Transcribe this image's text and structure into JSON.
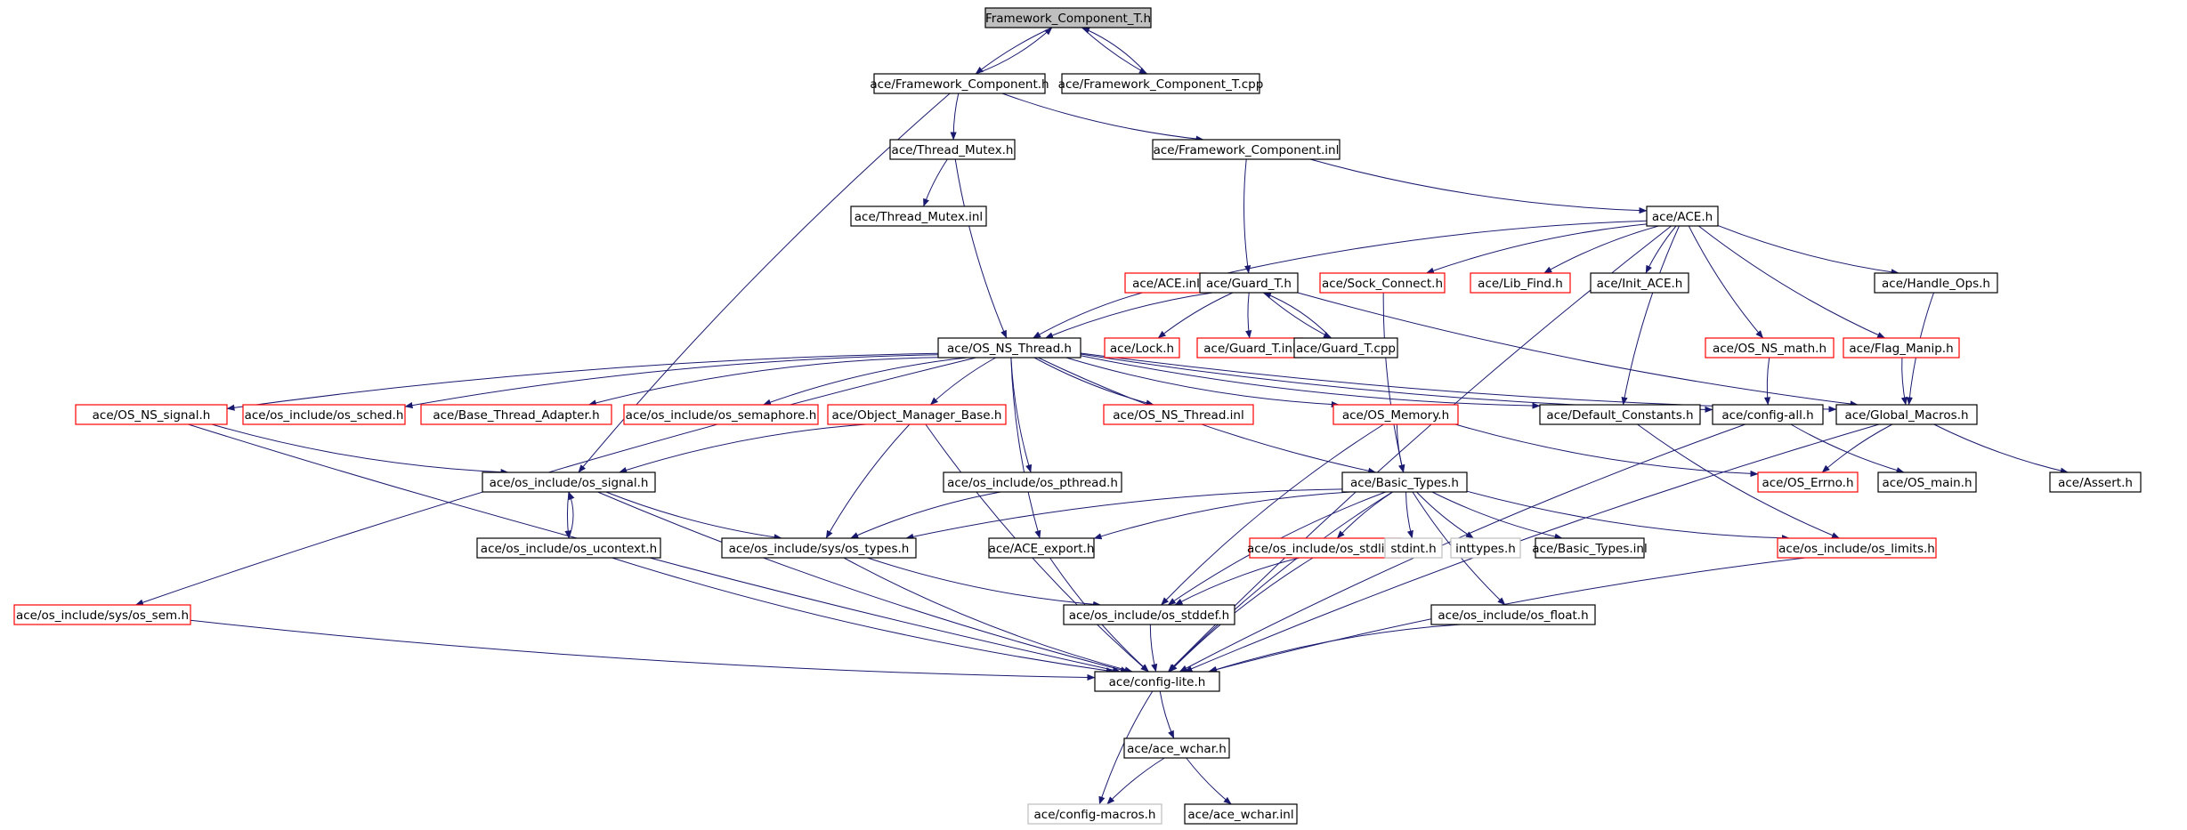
{
  "colors": {
    "edge": "#191970",
    "arrow": "#191970",
    "border_normal": "#000000",
    "border_missing": "#ff0000",
    "border_external": "#bfbfbf",
    "root_fill": "#bfbfbf",
    "fill": "#ffffff"
  },
  "nodes": [
    {
      "id": "n_root",
      "label": "Framework_Component_T.h",
      "style": "root"
    },
    {
      "id": "n_fc",
      "label": "ace/Framework_Component.h",
      "style": "normal"
    },
    {
      "id": "n_fccpp",
      "label": "ace/Framework_Component_T.cpp",
      "style": "normal"
    },
    {
      "id": "n_tm",
      "label": "ace/Thread_Mutex.h",
      "style": "normal"
    },
    {
      "id": "n_fcinl",
      "label": "ace/Framework_Component.inl",
      "style": "normal"
    },
    {
      "id": "n_tminl",
      "label": "ace/Thread_Mutex.inl",
      "style": "normal"
    },
    {
      "id": "n_ace",
      "label": "ace/ACE.h",
      "style": "normal"
    },
    {
      "id": "n_aceinl",
      "label": "ace/ACE.inl",
      "style": "missing"
    },
    {
      "id": "n_guard",
      "label": "ace/Guard_T.h",
      "style": "normal"
    },
    {
      "id": "n_sock",
      "label": "ace/Sock_Connect.h",
      "style": "missing"
    },
    {
      "id": "n_libfind",
      "label": "ace/Lib_Find.h",
      "style": "missing"
    },
    {
      "id": "n_initace",
      "label": "ace/Init_ACE.h",
      "style": "normal"
    },
    {
      "id": "n_handle",
      "label": "ace/Handle_Ops.h",
      "style": "normal"
    },
    {
      "id": "n_osnst",
      "label": "ace/OS_NS_Thread.h",
      "style": "normal"
    },
    {
      "id": "n_lock",
      "label": "ace/Lock.h",
      "style": "missing"
    },
    {
      "id": "n_guardinl",
      "label": "ace/Guard_T.inl",
      "style": "missing"
    },
    {
      "id": "n_guardcpp",
      "label": "ace/Guard_T.cpp",
      "style": "normal"
    },
    {
      "id": "n_osnsmath",
      "label": "ace/OS_NS_math.h",
      "style": "missing"
    },
    {
      "id": "n_flag",
      "label": "ace/Flag_Manip.h",
      "style": "missing"
    },
    {
      "id": "n_osnssig",
      "label": "ace/OS_NS_signal.h",
      "style": "missing"
    },
    {
      "id": "n_sched",
      "label": "ace/os_include/os_sched.h",
      "style": "missing"
    },
    {
      "id": "n_bta",
      "label": "ace/Base_Thread_Adapter.h",
      "style": "missing"
    },
    {
      "id": "n_sem",
      "label": "ace/os_include/os_semaphore.h",
      "style": "missing"
    },
    {
      "id": "n_omb",
      "label": "ace/Object_Manager_Base.h",
      "style": "missing"
    },
    {
      "id": "n_osnstinl",
      "label": "ace/OS_NS_Thread.inl",
      "style": "missing"
    },
    {
      "id": "n_osmem",
      "label": "ace/OS_Memory.h",
      "style": "missing"
    },
    {
      "id": "n_defconst",
      "label": "ace/Default_Constants.h",
      "style": "normal"
    },
    {
      "id": "n_configall",
      "label": "ace/config-all.h",
      "style": "normal"
    },
    {
      "id": "n_globmac",
      "label": "ace/Global_Macros.h",
      "style": "normal"
    },
    {
      "id": "n_ossignal",
      "label": "ace/os_include/os_signal.h",
      "style": "normal"
    },
    {
      "id": "n_pthread",
      "label": "ace/os_include/os_pthread.h",
      "style": "normal"
    },
    {
      "id": "n_basictypes",
      "label": "ace/Basic_Types.h",
      "style": "normal"
    },
    {
      "id": "n_oserrno",
      "label": "ace/OS_Errno.h",
      "style": "missing"
    },
    {
      "id": "n_osmain",
      "label": "ace/OS_main.h",
      "style": "normal"
    },
    {
      "id": "n_assert",
      "label": "ace/Assert.h",
      "style": "normal"
    },
    {
      "id": "n_ucontext",
      "label": "ace/os_include/os_ucontext.h",
      "style": "normal"
    },
    {
      "id": "n_systypes",
      "label": "ace/os_include/sys/os_types.h",
      "style": "normal"
    },
    {
      "id": "n_aceexport",
      "label": "ace/ACE_export.h",
      "style": "normal"
    },
    {
      "id": "n_stdlib",
      "label": "ace/os_include/os_stdlib.h",
      "style": "missing"
    },
    {
      "id": "n_stdint",
      "label": "stdint.h",
      "style": "external"
    },
    {
      "id": "n_inttypes",
      "label": "inttypes.h",
      "style": "external"
    },
    {
      "id": "n_btinl",
      "label": "ace/Basic_Types.inl",
      "style": "normal"
    },
    {
      "id": "n_limits",
      "label": "ace/os_include/os_limits.h",
      "style": "missing"
    },
    {
      "id": "n_syssem",
      "label": "ace/os_include/sys/os_sem.h",
      "style": "missing"
    },
    {
      "id": "n_stddef",
      "label": "ace/os_include/os_stddef.h",
      "style": "normal"
    },
    {
      "id": "n_float",
      "label": "ace/os_include/os_float.h",
      "style": "normal"
    },
    {
      "id": "n_configlite",
      "label": "ace/config-lite.h",
      "style": "normal"
    },
    {
      "id": "n_wchar",
      "label": "ace/ace_wchar.h",
      "style": "normal"
    },
    {
      "id": "n_configmacros",
      "label": "ace/config-macros.h",
      "style": "external"
    },
    {
      "id": "n_wcharinl",
      "label": "ace/ace_wchar.inl",
      "style": "normal"
    }
  ],
  "edges": [
    [
      "n_root",
      "n_fc"
    ],
    [
      "n_root",
      "n_fccpp"
    ],
    [
      "n_fc",
      "n_root"
    ],
    [
      "n_fccpp",
      "n_root"
    ],
    [
      "n_fc",
      "n_tm"
    ],
    [
      "n_fc",
      "n_fcinl"
    ],
    [
      "n_fc",
      "n_ossignal"
    ],
    [
      "n_tm",
      "n_tminl"
    ],
    [
      "n_tm",
      "n_osnst"
    ],
    [
      "n_fcinl",
      "n_guard"
    ],
    [
      "n_fcinl",
      "n_ace"
    ],
    [
      "n_ace",
      "n_aceinl"
    ],
    [
      "n_ace",
      "n_sock"
    ],
    [
      "n_ace",
      "n_libfind"
    ],
    [
      "n_ace",
      "n_initace"
    ],
    [
      "n_ace",
      "n_handle"
    ],
    [
      "n_ace",
      "n_osnsmath"
    ],
    [
      "n_ace",
      "n_flag"
    ],
    [
      "n_ace",
      "n_defconst"
    ],
    [
      "n_ace",
      "n_configlite"
    ],
    [
      "n_aceinl",
      "n_osnst"
    ],
    [
      "n_guard",
      "n_osnst"
    ],
    [
      "n_guard",
      "n_lock"
    ],
    [
      "n_guard",
      "n_guardinl"
    ],
    [
      "n_guard",
      "n_guardcpp"
    ],
    [
      "n_guardcpp",
      "n_guard"
    ],
    [
      "n_guard",
      "n_globmac"
    ],
    [
      "n_sock",
      "n_basictypes"
    ],
    [
      "n_handle",
      "n_globmac"
    ],
    [
      "n_osnsmath",
      "n_configall"
    ],
    [
      "n_flag",
      "n_globmac"
    ],
    [
      "n_osnst",
      "n_osnssig"
    ],
    [
      "n_osnst",
      "n_sched"
    ],
    [
      "n_osnst",
      "n_bta"
    ],
    [
      "n_osnst",
      "n_sem"
    ],
    [
      "n_osnst",
      "n_omb"
    ],
    [
      "n_osnst",
      "n_osnstinl"
    ],
    [
      "n_osnst",
      "n_osmem"
    ],
    [
      "n_osnst",
      "n_defconst"
    ],
    [
      "n_osnst",
      "n_configall"
    ],
    [
      "n_osnst",
      "n_globmac"
    ],
    [
      "n_osnst",
      "n_pthread"
    ],
    [
      "n_osnst",
      "n_basictypes"
    ],
    [
      "n_osnst",
      "n_aceexport"
    ],
    [
      "n_osnst",
      "n_syssem"
    ],
    [
      "n_osnssig",
      "n_ossignal"
    ],
    [
      "n_osnssig",
      "n_configlite"
    ],
    [
      "n_omb",
      "n_ossignal"
    ],
    [
      "n_omb",
      "n_systypes"
    ],
    [
      "n_omb",
      "n_configlite"
    ],
    [
      "n_osmem",
      "n_basictypes"
    ],
    [
      "n_osmem",
      "n_oserrno"
    ],
    [
      "n_osmem",
      "n_stddef"
    ],
    [
      "n_defconst",
      "n_limits"
    ],
    [
      "n_configall",
      "n_configlite"
    ],
    [
      "n_configall",
      "n_osmain"
    ],
    [
      "n_globmac",
      "n_oserrno"
    ],
    [
      "n_globmac",
      "n_assert"
    ],
    [
      "n_globmac",
      "n_configlite"
    ],
    [
      "n_ossignal",
      "n_ucontext"
    ],
    [
      "n_ucontext",
      "n_ossignal"
    ],
    [
      "n_ossignal",
      "n_systypes"
    ],
    [
      "n_ossignal",
      "n_configlite"
    ],
    [
      "n_pthread",
      "n_systypes"
    ],
    [
      "n_basictypes",
      "n_systypes"
    ],
    [
      "n_basictypes",
      "n_aceexport"
    ],
    [
      "n_basictypes",
      "n_stdlib"
    ],
    [
      "n_basictypes",
      "n_stdint"
    ],
    [
      "n_basictypes",
      "n_inttypes"
    ],
    [
      "n_basictypes",
      "n_btinl"
    ],
    [
      "n_basictypes",
      "n_limits"
    ],
    [
      "n_basictypes",
      "n_stddef"
    ],
    [
      "n_basictypes",
      "n_float"
    ],
    [
      "n_basictypes",
      "n_configlite"
    ],
    [
      "n_ucontext",
      "n_configlite"
    ],
    [
      "n_systypes",
      "n_stddef"
    ],
    [
      "n_systypes",
      "n_configlite"
    ],
    [
      "n_aceexport",
      "n_configlite"
    ],
    [
      "n_stdlib",
      "n_stddef"
    ],
    [
      "n_stdlib",
      "n_configlite"
    ],
    [
      "n_limits",
      "n_configlite"
    ],
    [
      "n_syssem",
      "n_configlite"
    ],
    [
      "n_stddef",
      "n_configlite"
    ],
    [
      "n_float",
      "n_configlite"
    ],
    [
      "n_configlite",
      "n_wchar"
    ],
    [
      "n_configlite",
      "n_configmacros"
    ],
    [
      "n_wchar",
      "n_configmacros"
    ],
    [
      "n_wchar",
      "n_wcharinl"
    ]
  ]
}
